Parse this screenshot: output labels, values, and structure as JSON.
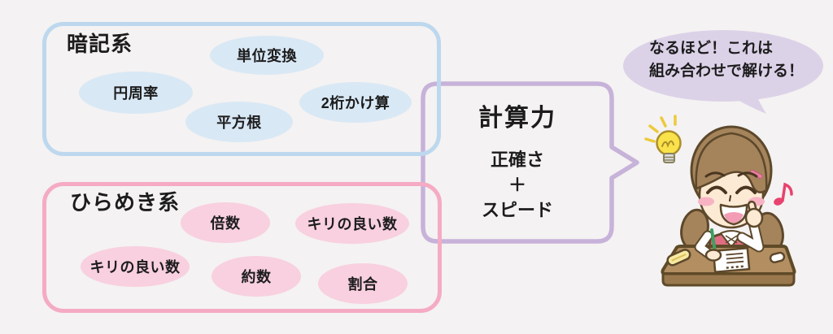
{
  "canvas": {
    "background": "#f4f2f2",
    "text_color": "#1c1c1c"
  },
  "groups": {
    "memorization": {
      "title": "暗記系",
      "border_color": "#bdd8ee",
      "item_fill": "#d9e8f5",
      "items": [
        "円周率",
        "単位変換",
        "2桁かけ算",
        "平方根"
      ]
    },
    "insight": {
      "title": "ひらめき系",
      "border_color": "#f5abc3",
      "item_fill": "#f8d0df",
      "items": [
        "倍数",
        "キリの良い数",
        "キリの良い数",
        "約数",
        "割合"
      ]
    }
  },
  "callout": {
    "title": "計算力",
    "lines": [
      "正確さ",
      "＋",
      "スピード"
    ],
    "border_color": "#c7b2d9"
  },
  "speech_bubble": {
    "lines": [
      "なるほど！これは",
      "組み合わせで解ける！"
    ],
    "fill": "#dcd2e8"
  },
  "illustration": {
    "name": "girl-studying-at-desk",
    "colors": {
      "hair": "#a5845c",
      "skin": "#fdead4",
      "top": "#e26d82",
      "desk": "#b28e61",
      "desk_front": "#9a784d",
      "bulb": "#f9e24a",
      "music_note": "#e8426e",
      "pencil": "#3f9e63"
    }
  }
}
